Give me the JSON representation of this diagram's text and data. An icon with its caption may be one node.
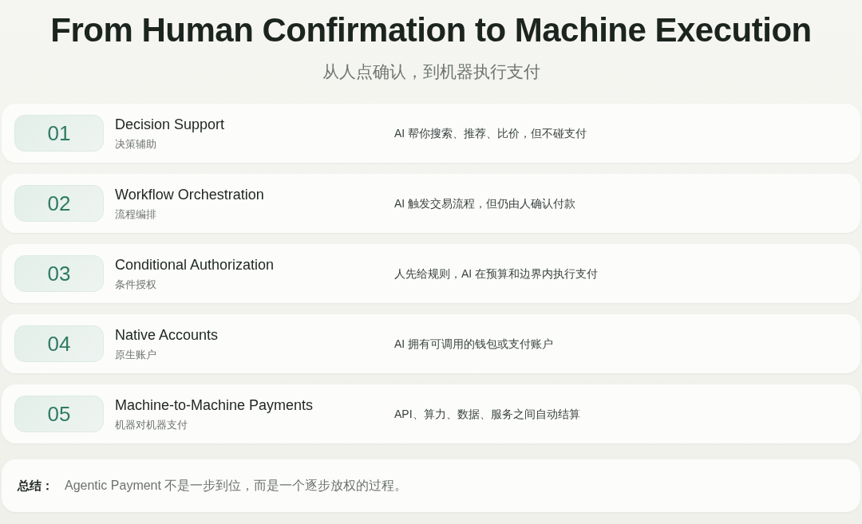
{
  "diagram": {
    "title": "From Human Confirmation to Machine Execution",
    "nodes": [
      {
        "text": [
          "Decision Support",
          "决策辅助",
          "AI 帮你搜索、推荐、比价，但不碰支付"
        ]
      },
      {
        "text": [
          "01"
        ],
        "in": 0
      },
      {
        "text": [
          "Workflow Orchestration",
          "流程编排",
          "AI 触发交易流程，但仍由人确认付款"
        ]
      },
      {
        "text": [
          "02"
        ],
        "in": 2
      },
      {
        "text": [
          "Conditional Authorization",
          "条件授权",
          "人先给规则，AI 在预算和边界内执行支付"
        ]
      },
      {
        "text": [
          "03"
        ],
        "in": 4
      },
      {
        "text": [
          "Native Accounts",
          "原生账户",
          "AI 拥有可调用的钱包或支付账户"
        ]
      },
      {
        "text": [
          "04"
        ],
        "in": 6
      },
      {
        "text": [
          "Machine-to-Machine Payments",
          "机器对机器支付",
          "API、算力、数据、服务之间自动结算"
        ]
      },
      {
        "text": [
          "05"
        ],
        "in": 8
      },
      {
        "text": [
          "总结：",
          "Agentic Payment 不是一步到位，而是一个逐步放权的过程。"
        ]
      }
    ],
    "labels": [
      "从人点确认，到机器执行支付"
    ]
  }
}
